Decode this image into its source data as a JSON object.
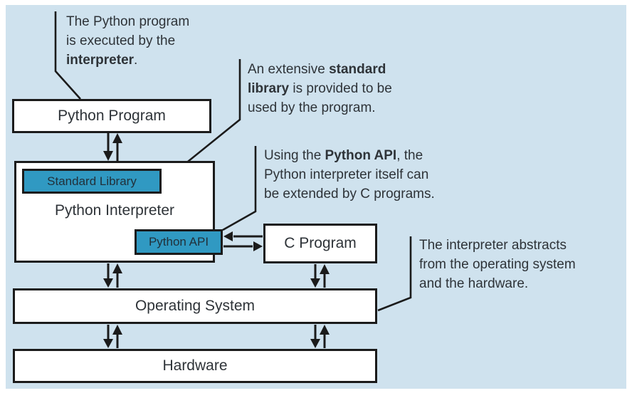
{
  "figure": {
    "type": "architecture-diagram",
    "subject": "Python interpreter layered architecture"
  },
  "colors": {
    "panel_bg": "#cfe2ee",
    "box_fill": "#ffffff",
    "accent_fill": "#3099c2",
    "line_and_border": "#1b1b1b",
    "text": "#2e3338"
  },
  "boxes": {
    "python_program": "Python Program",
    "python_interpreter": "Python Interpreter",
    "standard_library": "Standard Library",
    "python_api": "Python API",
    "c_program": "C Program",
    "operating_system": "Operating System",
    "hardware": "Hardware"
  },
  "annotations": {
    "a1": {
      "lines": [
        [
          {
            "t": "The Python program"
          }
        ],
        [
          {
            "t": "is executed by the"
          }
        ],
        [
          {
            "t": "interpreter",
            "b": true
          },
          {
            "t": "."
          }
        ]
      ]
    },
    "a2": {
      "lines": [
        [
          {
            "t": "An extensive "
          },
          {
            "t": "standard",
            "b": true
          }
        ],
        [
          {
            "t": "library",
            "b": true
          },
          {
            "t": " is provided to be"
          }
        ],
        [
          {
            "t": "used by the program."
          }
        ]
      ]
    },
    "a3": {
      "lines": [
        [
          {
            "t": "Using the "
          },
          {
            "t": "Python API",
            "b": true
          },
          {
            "t": ", the"
          }
        ],
        [
          {
            "t": "Python interpreter itself can"
          }
        ],
        [
          {
            "t": "be extended by C programs."
          }
        ]
      ]
    },
    "a4": {
      "lines": [
        [
          {
            "t": "The interpreter abstracts"
          }
        ],
        [
          {
            "t": "from the operating system"
          }
        ],
        [
          {
            "t": "and the hardware."
          }
        ]
      ]
    }
  }
}
